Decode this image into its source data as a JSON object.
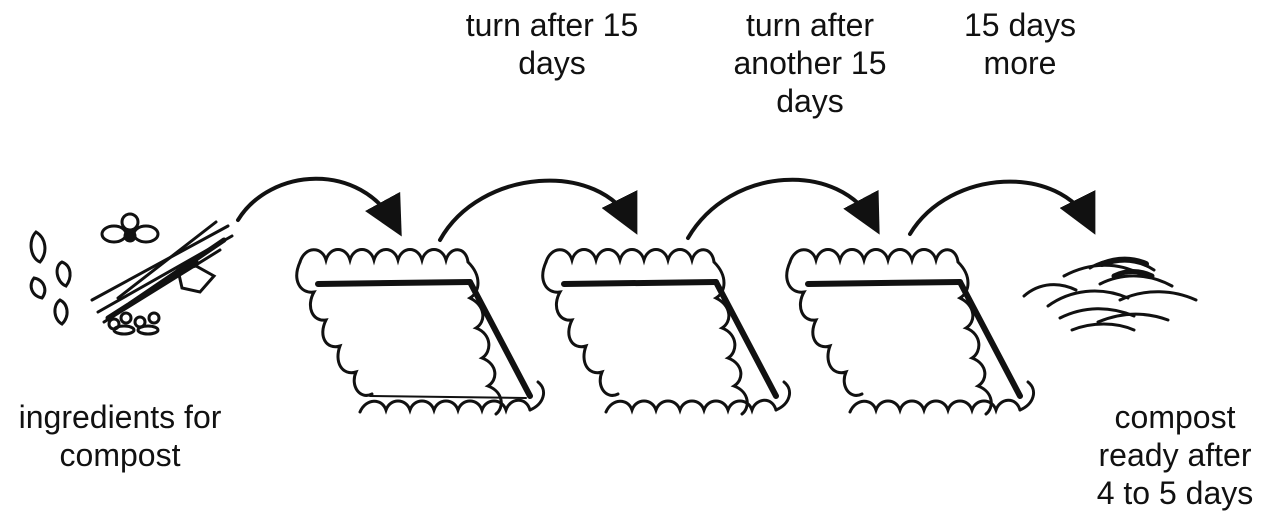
{
  "labels": {
    "turn1": [
      "turn after 15",
      "days"
    ],
    "turn2": [
      "turn after",
      "another 15",
      "days"
    ],
    "more": [
      "15 days",
      "more"
    ],
    "ingredients": [
      "ingredients for",
      "compost"
    ],
    "compost": [
      "compost",
      "ready after",
      "4 to 5 days"
    ]
  },
  "colors": {
    "ink": "#111111",
    "background": "#ffffff"
  },
  "icons": [
    "compost-ingredients-icon",
    "compost-pit-icon",
    "curved-arrow-icon",
    "compost-heap-icon"
  ]
}
